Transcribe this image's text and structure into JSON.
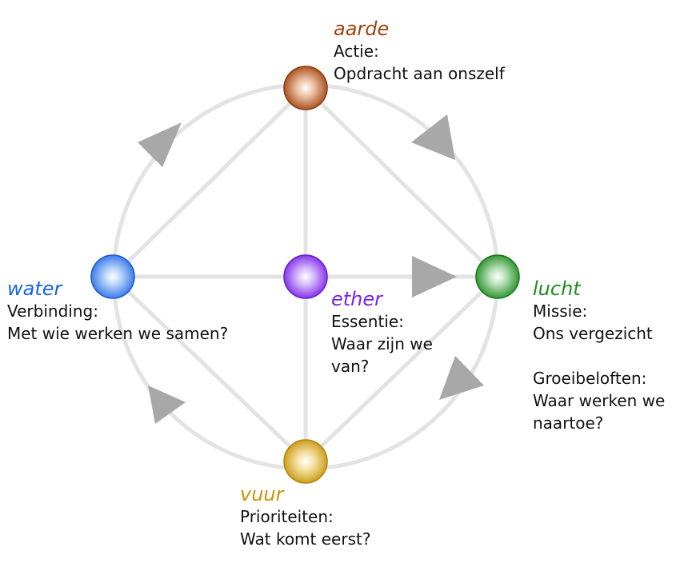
{
  "elements": {
    "aarde": {
      "name": "aarde",
      "color": "#a0430f",
      "lines": [
        "Actie:",
        "Opdracht aan onszelf"
      ]
    },
    "water": {
      "name": "water",
      "color": "#1a62e0",
      "lines": [
        "Verbinding:",
        "Met wie werken we samen?"
      ]
    },
    "ether": {
      "name": "ether",
      "color": "#7a22e8",
      "lines": [
        "Essentie:",
        "Waar zijn we",
        "van?"
      ]
    },
    "lucht": {
      "name": "lucht",
      "color": "#1f8a1f",
      "lines": [
        "Missie:",
        "Ons vergezicht"
      ],
      "lines2": [
        "Groeibeloften:",
        "Waar werken we",
        "naartoe?"
      ]
    },
    "vuur": {
      "name": "vuur",
      "color": "#c8950a",
      "lines": [
        "Prioriteiten:",
        "Wat komt eerst?"
      ]
    }
  },
  "colors": {
    "connector": "#e3e3e3",
    "arrow": "#a8a8a8"
  }
}
